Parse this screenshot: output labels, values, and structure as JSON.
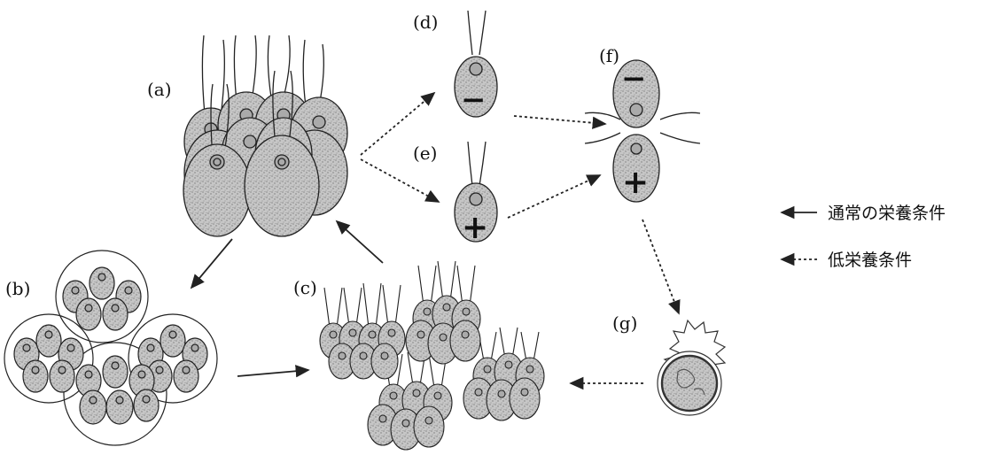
{
  "labels": {
    "a": "(a)",
    "b": "(b)",
    "c": "(c)",
    "d": "(d)",
    "e": "(e)",
    "f": "(f)",
    "g": "(g)"
  },
  "signs": {
    "minus": "−",
    "plus": "+"
  },
  "legend": {
    "normal": "通常の栄養条件",
    "low": "低栄養条件"
  },
  "colors": {
    "cell_fill": "#c9c9c9",
    "stroke": "#222222",
    "arrow": "#222222"
  }
}
